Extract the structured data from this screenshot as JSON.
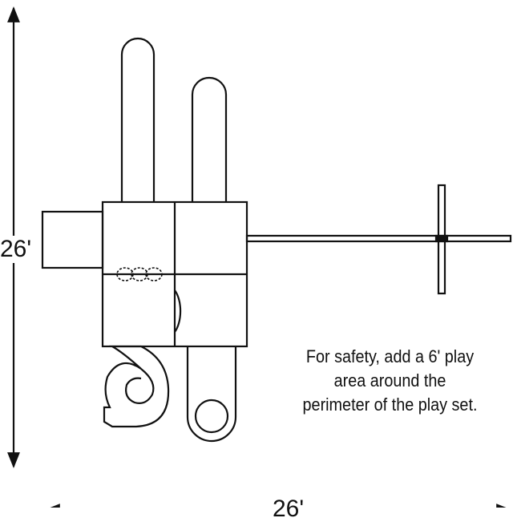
{
  "dimensions": {
    "height_label": "26'",
    "width_label": "26'"
  },
  "note": {
    "lines": [
      "For safety, add a 6' play",
      "area around the",
      "perimeter of the play set."
    ]
  },
  "colors": {
    "stroke": "#111111",
    "background": "#ffffff"
  }
}
